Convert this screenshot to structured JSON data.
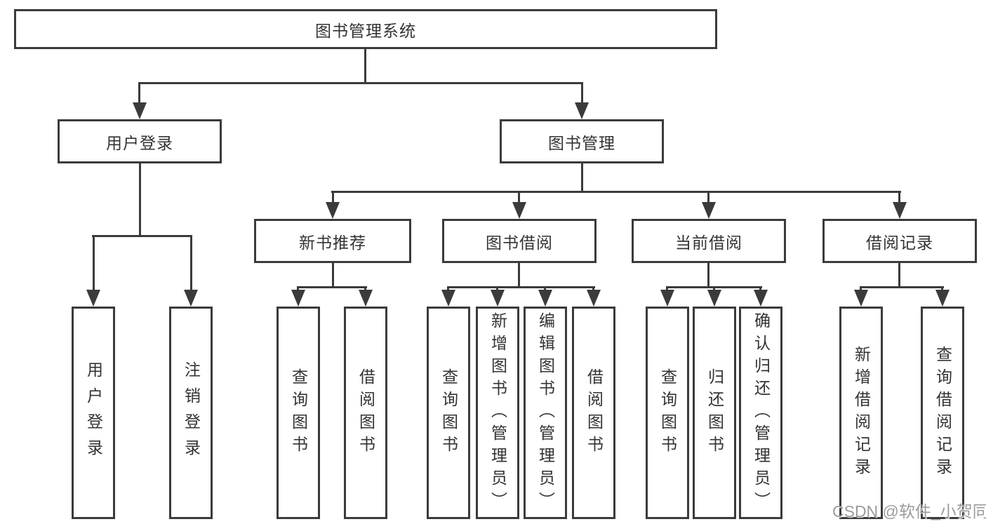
{
  "page": {
    "background": "#ffffff",
    "colors": {
      "line": "#3b3b3b",
      "box_border": "#3b3b3b",
      "box_fill": "#ffffff",
      "text": "#333333",
      "watermark_text": "#9b9b9b"
    },
    "watermark": "CSDN @软件_小贺同学"
  },
  "diagram": {
    "root": {
      "label": "图书管理系统"
    },
    "level2": [
      {
        "label": "用户登录"
      },
      {
        "label": "图书管理"
      }
    ],
    "level3": [
      {
        "label": "新书推荐"
      },
      {
        "label": "图书借阅"
      },
      {
        "label": "当前借阅"
      },
      {
        "label": "借阅记录"
      }
    ],
    "leaves": {
      "user_login": [
        {
          "label": "用户登录"
        },
        {
          "label": "注销登录"
        }
      ],
      "new_book_recommend": [
        {
          "label": "查询图书"
        },
        {
          "label": "借阅图书"
        }
      ],
      "book_borrow": [
        {
          "label": "查询图书"
        },
        {
          "label": "新增图书（管理员）"
        },
        {
          "label": "编辑图书（管理员）"
        },
        {
          "label": "借阅图书"
        }
      ],
      "current_borrow": [
        {
          "label": "查询图书"
        },
        {
          "label": "归还图书"
        },
        {
          "label": "确认归还（管理员）"
        }
      ],
      "borrow_record": [
        {
          "label": "新增借阅记录"
        },
        {
          "label": "查询借阅记录"
        }
      ]
    }
  }
}
